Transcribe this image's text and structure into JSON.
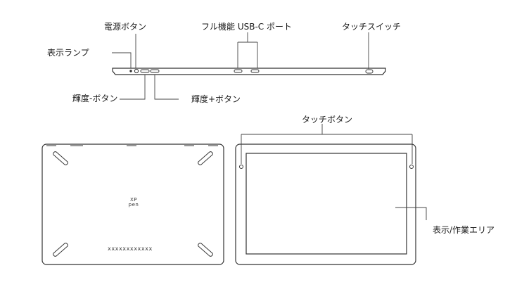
{
  "labels": {
    "power_button": "電源ボタン",
    "usb_c_port": "フル機能 USB-C ポート",
    "touch_switch": "タッチスイッチ",
    "indicator_lamp": "表示ランプ",
    "brightness_minus": "輝度-ボタン",
    "brightness_plus": "輝度+ボタン",
    "touch_button": "タッチボタン",
    "display_area": "表示/作業エリア"
  },
  "back_panel": {
    "logo_top": "XP",
    "logo_bottom": "pen",
    "serial": "xxxxxxxxxxxx"
  }
}
